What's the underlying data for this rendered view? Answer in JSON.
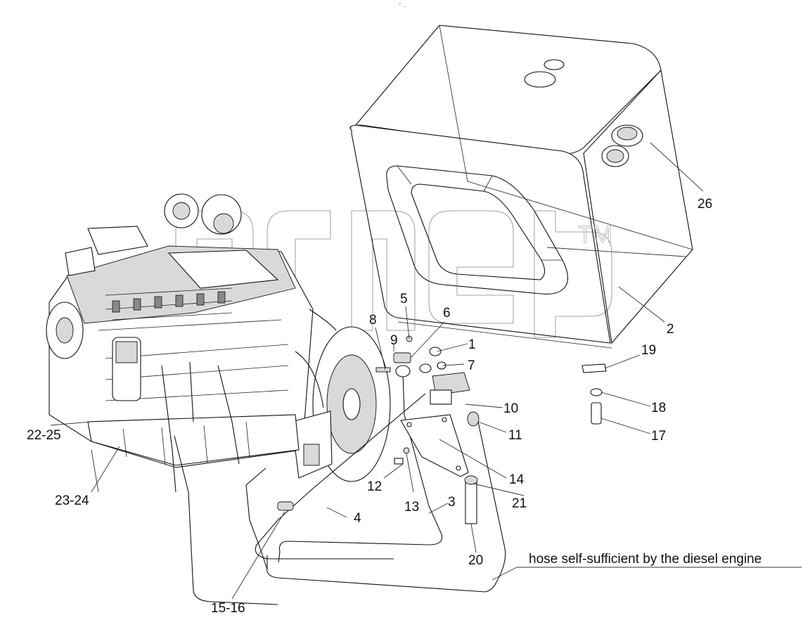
{
  "header_mark": "° ...",
  "watermark": {
    "trademark": "TM"
  },
  "annotation": {
    "text": "hose self-sufficient by the diesel engine"
  },
  "callouts": {
    "c1": "1",
    "c2": "2",
    "c3": "3",
    "c4": "4",
    "c5": "5",
    "c6": "6",
    "c7": "7",
    "c8": "8",
    "c9": "9",
    "c10": "10",
    "c11": "11",
    "c12": "12",
    "c13": "13",
    "c14": "14",
    "c15_16": "15-16",
    "c17": "17",
    "c18": "18",
    "c19": "19",
    "c20": "20",
    "c21": "21",
    "c22_25": "22-25",
    "c23_24": "23-24",
    "c26": "26"
  }
}
